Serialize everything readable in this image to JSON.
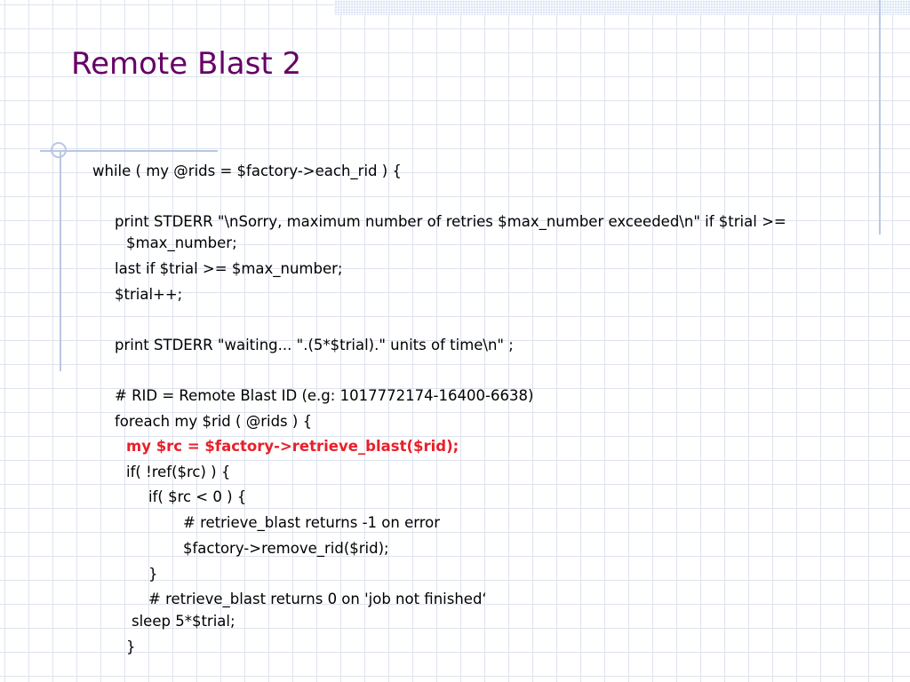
{
  "slide": {
    "title": "Remote Blast 2",
    "code_lines": [
      "while ( my @rids = $factory->each_rid ) {",
      "print STDERR \"\\nSorry, maximum number of retries $max_number exceeded\\n\" if $trial >=",
      "$max_number;",
      "last if $trial >= $max_number;",
      "$trial++;",
      "print STDERR \"waiting... \".(5*$trial).\" units of time\\n\" ;",
      "# RID = Remote Blast ID (e.g: 1017772174-16400-6638)",
      "foreach my $rid ( @rids ) {",
      "my $rc = $factory->retrieve_blast($rid);",
      "if( !ref($rc) ) {",
      "if( $rc < 0 ) {",
      "# retrieve_blast returns -1 on error",
      "$factory->remove_rid($rid);",
      "}",
      "# retrieve_blast returns 0 on 'job not finished‘",
      "sleep 5*$trial;",
      "}"
    ],
    "highlight_color": "#e8202a",
    "title_color": "#660066"
  }
}
